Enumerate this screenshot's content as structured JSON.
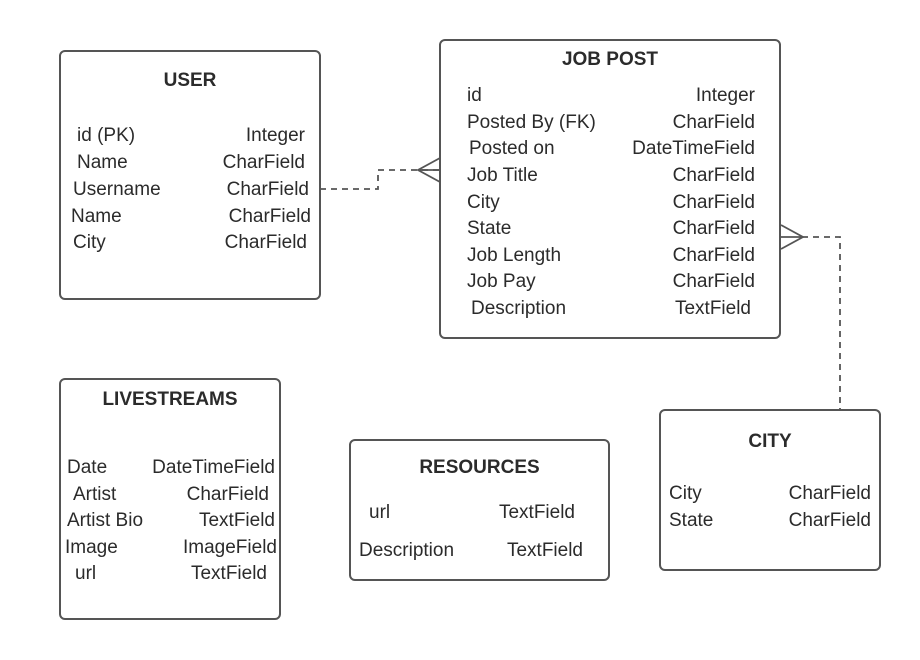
{
  "colors": {
    "border": "#555555",
    "text": "#2b2b2b",
    "background": "#ffffff"
  },
  "entities": {
    "user": {
      "title": "USER",
      "fields": [
        {
          "name": "id (PK)",
          "type": "Integer"
        },
        {
          "name": "Name",
          "type": "CharField"
        },
        {
          "name": "Username",
          "type": "CharField"
        },
        {
          "name": "Name",
          "type": "CharField"
        },
        {
          "name": "City",
          "type": "CharField"
        }
      ]
    },
    "job_post": {
      "title": "JOB POST",
      "fields": [
        {
          "name": "id",
          "type": "Integer"
        },
        {
          "name": "Posted By (FK)",
          "type": "CharField"
        },
        {
          "name": "Posted on",
          "type": "DateTimeField"
        },
        {
          "name": "Job Title",
          "type": "CharField"
        },
        {
          "name": "City",
          "type": "CharField"
        },
        {
          "name": "State",
          "type": "CharField"
        },
        {
          "name": "Job Length",
          "type": "CharField"
        },
        {
          "name": "Job Pay",
          "type": "CharField"
        },
        {
          "name": "Description",
          "type": "TextField"
        }
      ]
    },
    "livestreams": {
      "title": "LIVESTREAMS",
      "fields": [
        {
          "name": "Date",
          "type": "DateTimeField"
        },
        {
          "name": "Artist",
          "type": "CharField"
        },
        {
          "name": "Artist Bio",
          "type": "TextField"
        },
        {
          "name": "Image",
          "type": "ImageField"
        },
        {
          "name": "url",
          "type": "TextField"
        }
      ]
    },
    "resources": {
      "title": "RESOURCES",
      "fields": [
        {
          "name": "url",
          "type": "TextField"
        },
        {
          "name": "Description",
          "type": "TextField"
        }
      ]
    },
    "city": {
      "title": "CITY",
      "fields": [
        {
          "name": "City",
          "type": "CharField"
        },
        {
          "name": "State",
          "type": "CharField"
        }
      ]
    }
  },
  "relationships": [
    {
      "from": "user",
      "to": "job_post",
      "style": "dashed",
      "end": "crow-foot"
    },
    {
      "from": "city",
      "to": "job_post",
      "style": "dashed",
      "end": "crow-foot"
    }
  ]
}
